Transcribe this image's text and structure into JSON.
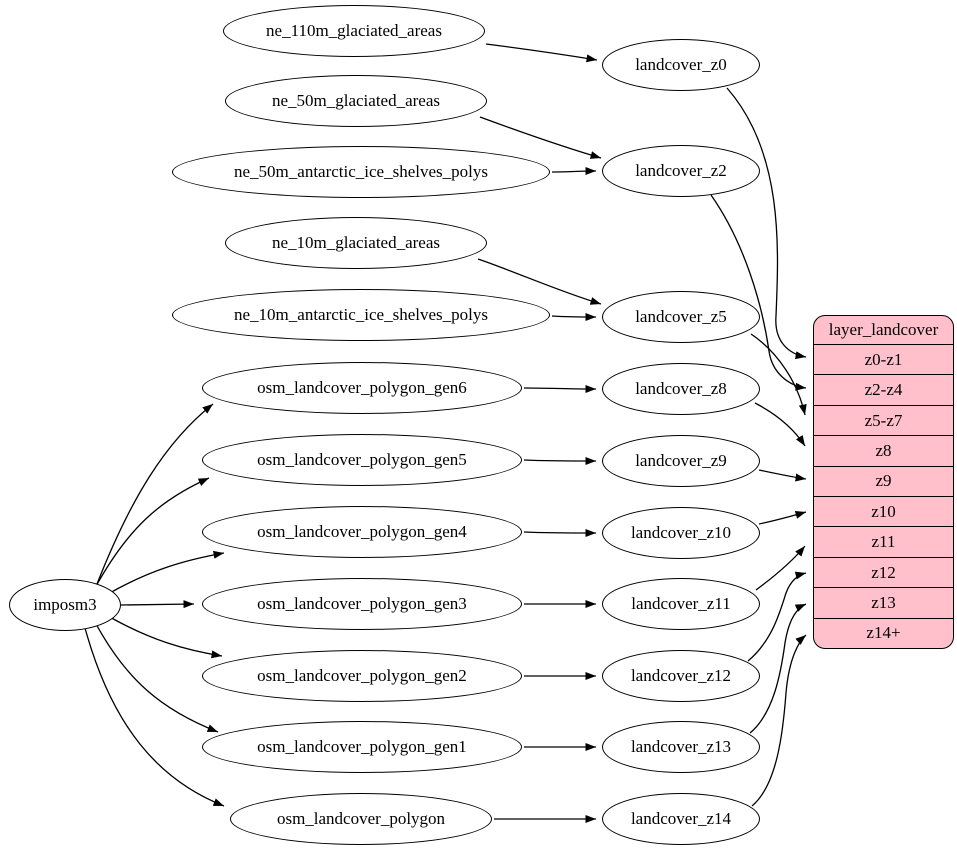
{
  "diagram": {
    "type": "dependency-graph",
    "background": "#ffffff",
    "node_fill": "#ffffff",
    "stroke_color": "#000000",
    "table_fill": "#ffc0cb"
  },
  "labels": {
    "imposm3": "imposm3",
    "ne_110m_glaciated_areas": "ne_110m_glaciated_areas",
    "ne_50m_glaciated_areas": "ne_50m_glaciated_areas",
    "ne_50m_antarctic_ice_shelves_polys": "ne_50m_antarctic_ice_shelves_polys",
    "ne_10m_glaciated_areas": "ne_10m_glaciated_areas",
    "ne_10m_antarctic_ice_shelves_polys": "ne_10m_antarctic_ice_shelves_polys",
    "osm_landcover_polygon_gen6": "osm_landcover_polygon_gen6",
    "osm_landcover_polygon_gen5": "osm_landcover_polygon_gen5",
    "osm_landcover_polygon_gen4": "osm_landcover_polygon_gen4",
    "osm_landcover_polygon_gen3": "osm_landcover_polygon_gen3",
    "osm_landcover_polygon_gen2": "osm_landcover_polygon_gen2",
    "osm_landcover_polygon_gen1": "osm_landcover_polygon_gen1",
    "osm_landcover_polygon": "osm_landcover_polygon",
    "landcover_z0": "landcover_z0",
    "landcover_z2": "landcover_z2",
    "landcover_z5": "landcover_z5",
    "landcover_z8": "landcover_z8",
    "landcover_z9": "landcover_z9",
    "landcover_z10": "landcover_z10",
    "landcover_z11": "landcover_z11",
    "landcover_z12": "landcover_z12",
    "landcover_z13": "landcover_z13",
    "landcover_z14": "landcover_z14"
  },
  "table": {
    "title": "layer_landcover",
    "rows": [
      "z0-z1",
      "z2-z4",
      "z5-z7",
      "z8",
      "z9",
      "z10",
      "z11",
      "z12",
      "z13",
      "z14+"
    ]
  },
  "edges": [
    {
      "from": "imposm3",
      "to": "osm_landcover_polygon_gen6"
    },
    {
      "from": "imposm3",
      "to": "osm_landcover_polygon_gen5"
    },
    {
      "from": "imposm3",
      "to": "osm_landcover_polygon_gen4"
    },
    {
      "from": "imposm3",
      "to": "osm_landcover_polygon_gen3"
    },
    {
      "from": "imposm3",
      "to": "osm_landcover_polygon_gen2"
    },
    {
      "from": "imposm3",
      "to": "osm_landcover_polygon_gen1"
    },
    {
      "from": "imposm3",
      "to": "osm_landcover_polygon"
    },
    {
      "from": "ne_110m_glaciated_areas",
      "to": "landcover_z0"
    },
    {
      "from": "ne_50m_glaciated_areas",
      "to": "landcover_z2"
    },
    {
      "from": "ne_50m_antarctic_ice_shelves_polys",
      "to": "landcover_z2"
    },
    {
      "from": "ne_10m_glaciated_areas",
      "to": "landcover_z5"
    },
    {
      "from": "ne_10m_antarctic_ice_shelves_polys",
      "to": "landcover_z5"
    },
    {
      "from": "osm_landcover_polygon_gen6",
      "to": "landcover_z8"
    },
    {
      "from": "osm_landcover_polygon_gen5",
      "to": "landcover_z9"
    },
    {
      "from": "osm_landcover_polygon_gen4",
      "to": "landcover_z10"
    },
    {
      "from": "osm_landcover_polygon_gen3",
      "to": "landcover_z11"
    },
    {
      "from": "osm_landcover_polygon_gen2",
      "to": "landcover_z12"
    },
    {
      "from": "osm_landcover_polygon_gen1",
      "to": "landcover_z13"
    },
    {
      "from": "osm_landcover_polygon",
      "to": "landcover_z14"
    },
    {
      "from": "landcover_z0",
      "to": "z0-z1"
    },
    {
      "from": "landcover_z2",
      "to": "z2-z4"
    },
    {
      "from": "landcover_z5",
      "to": "z5-z7"
    },
    {
      "from": "landcover_z8",
      "to": "z8"
    },
    {
      "from": "landcover_z9",
      "to": "z9"
    },
    {
      "from": "landcover_z10",
      "to": "z10"
    },
    {
      "from": "landcover_z11",
      "to": "z11"
    },
    {
      "from": "landcover_z12",
      "to": "z12"
    },
    {
      "from": "landcover_z13",
      "to": "z13"
    },
    {
      "from": "landcover_z14",
      "to": "z14+"
    }
  ]
}
